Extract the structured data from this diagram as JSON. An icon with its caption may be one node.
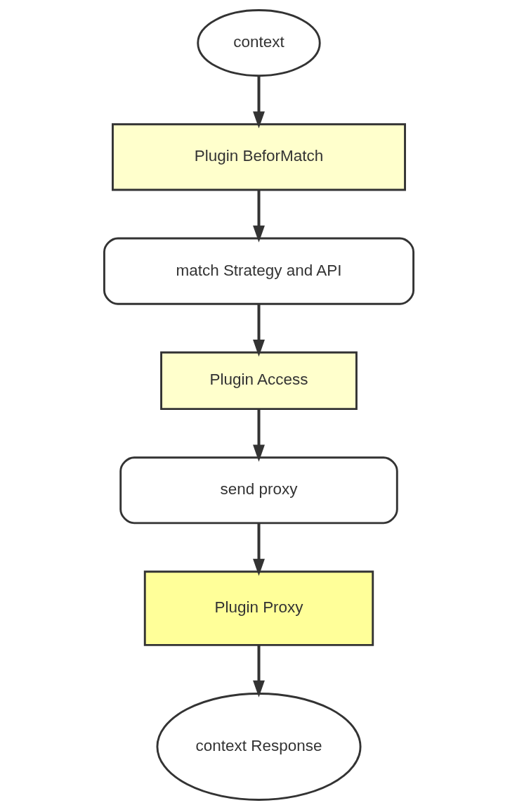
{
  "diagram": {
    "nodes": [
      {
        "text": [
          "context"
        ]
      },
      {
        "text": [
          "Plugin BeforMatch"
        ]
      },
      {
        "text": [
          "match Strategy and API"
        ]
      },
      {
        "text": [
          "Plugin Access"
        ]
      },
      {
        "text": [
          "send proxy"
        ]
      },
      {
        "text": [
          "Plugin Proxy"
        ]
      },
      {
        "text": [
          "context Response"
        ]
      }
    ],
    "edges": [
      {
        "from": 0,
        "to": 1,
        "arrow": "to"
      },
      {
        "from": 1,
        "to": 2,
        "arrow": "to"
      },
      {
        "from": 2,
        "to": 3,
        "arrow": "to"
      },
      {
        "from": 3,
        "to": 4,
        "arrow": "to"
      },
      {
        "from": 4,
        "to": 5,
        "arrow": "to"
      },
      {
        "from": 5,
        "to": 6,
        "arrow": "to"
      }
    ]
  }
}
